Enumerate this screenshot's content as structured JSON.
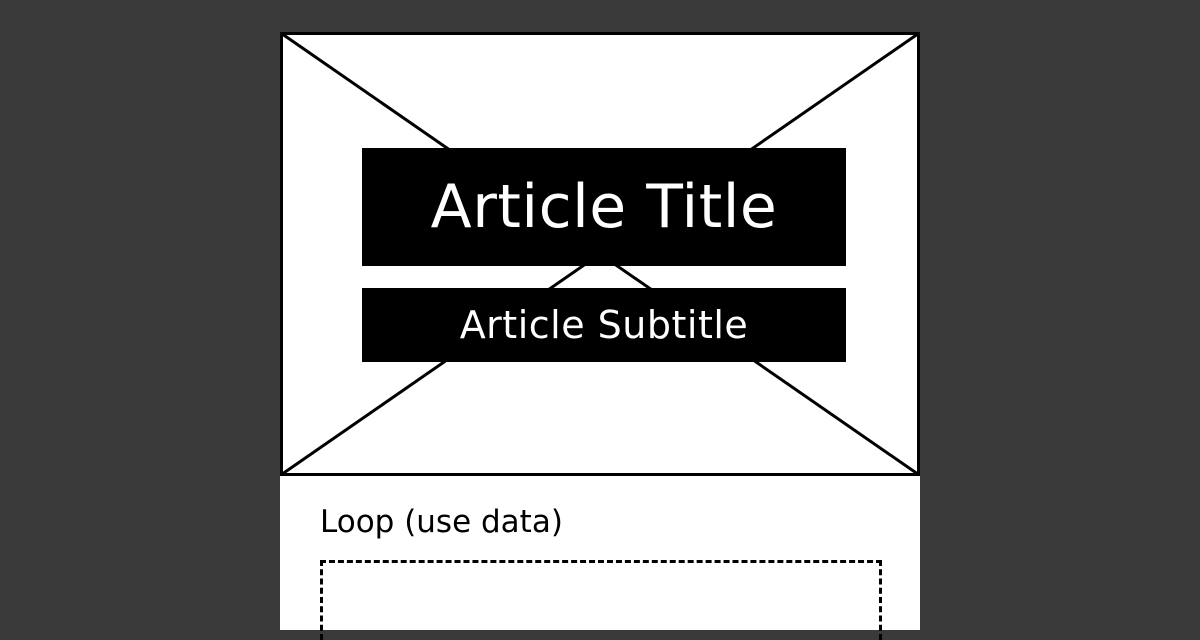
{
  "hero": {
    "title": "Article Title",
    "subtitle": "Article Subtitle",
    "placeholder_icon": "image-placeholder-icon"
  },
  "loop": {
    "label": "Loop (use data)"
  },
  "colors": {
    "background": "#3a3a3a",
    "card": "#ffffff",
    "ink": "#000000"
  }
}
